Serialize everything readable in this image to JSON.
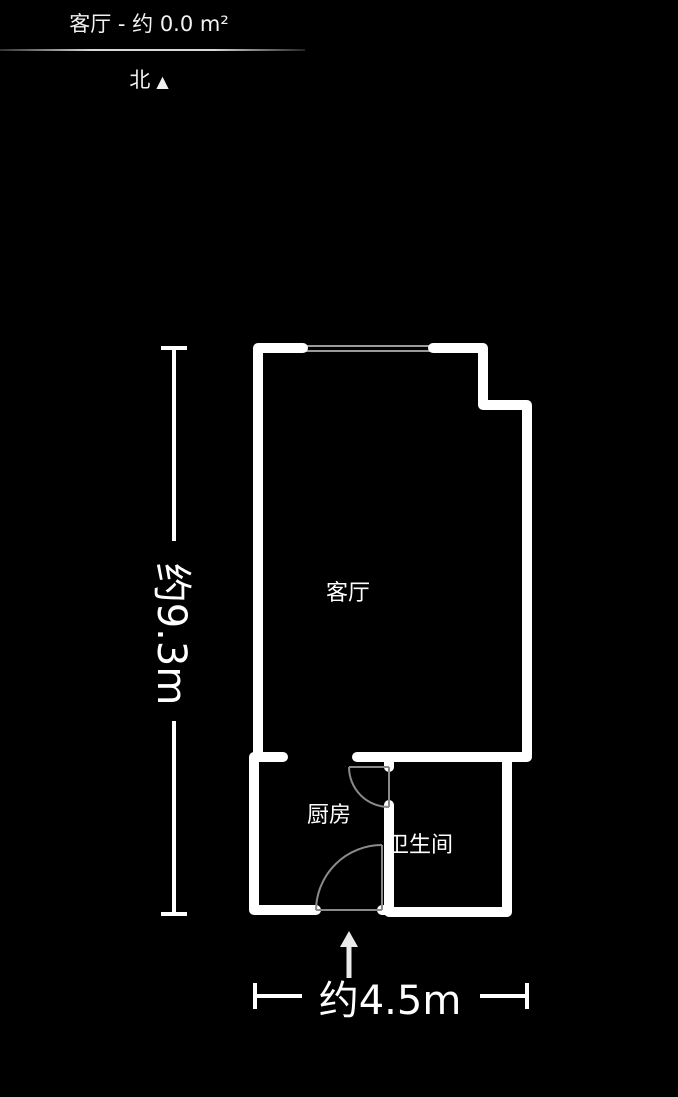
{
  "header": {
    "title": "客厅 - 约 0.0 m²",
    "compass_label": "北",
    "compass_icon": "▲"
  },
  "rooms": [
    {
      "name": "客厅",
      "id": "living-room"
    },
    {
      "name": "厨房",
      "id": "kitchen"
    },
    {
      "name": "卫生间",
      "id": "bathroom"
    }
  ],
  "dimensions": {
    "height_label": "约9.3m",
    "width_label": "约4.5m"
  },
  "colors": {
    "background": "#000000",
    "wall": "#ffffff",
    "door_arc": "#8a8a8a",
    "window": "#9a9a9a"
  }
}
